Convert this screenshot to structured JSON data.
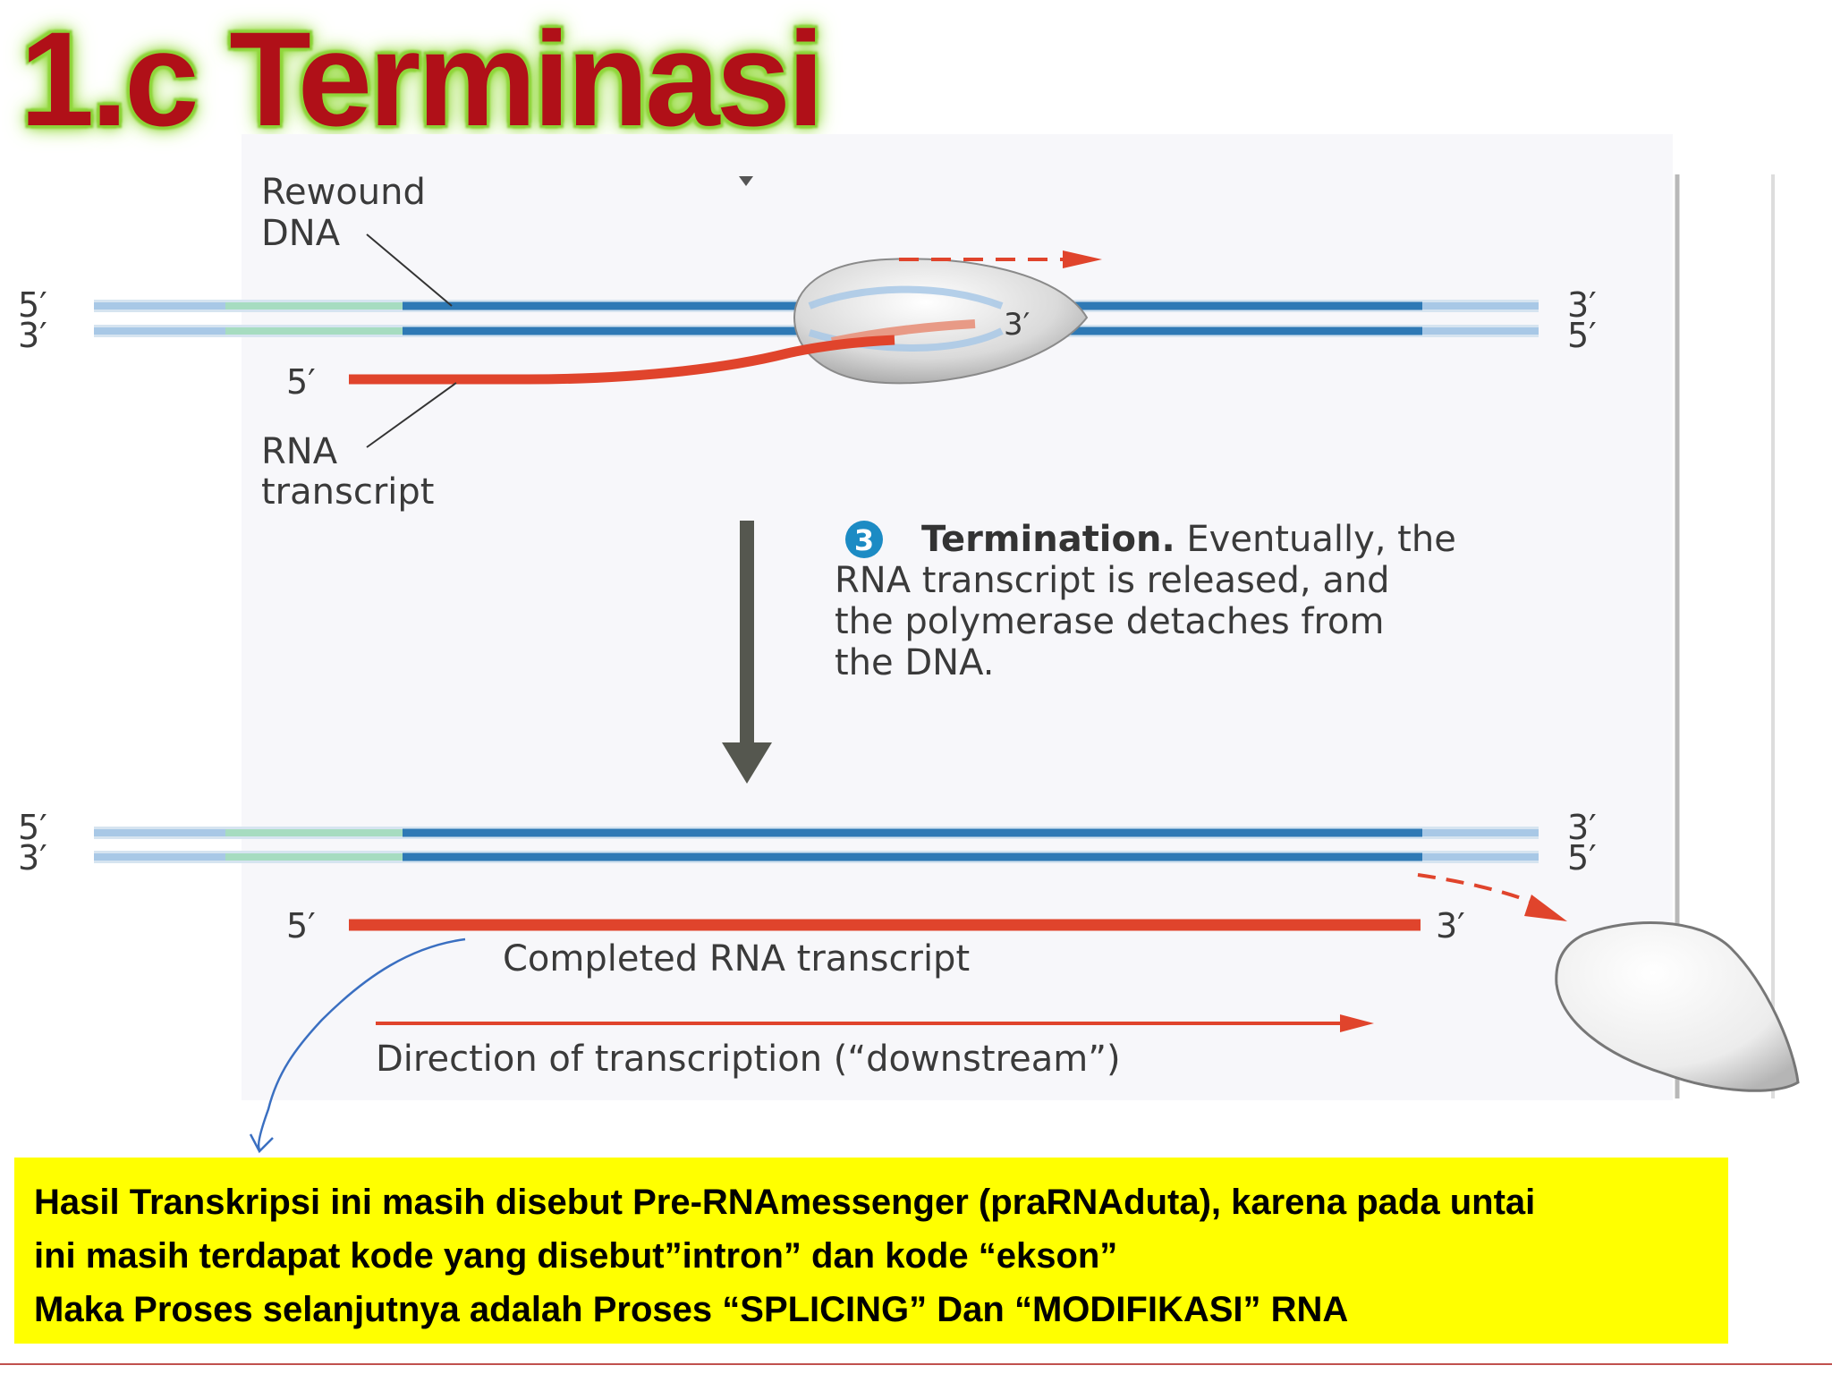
{
  "title": "1.c Terminasi",
  "diagram": {
    "top_strand": {
      "left_top": "5′",
      "left_bottom": "3′",
      "right_top": "3′",
      "right_bottom": "5′",
      "rna_5": "5′",
      "rna_3": "3′"
    },
    "rewound_dna": [
      "Rewound",
      "DNA"
    ],
    "rna_transcript": [
      "RNA",
      "transcript"
    ],
    "step_number": "3",
    "termination_heading": "Termination.",
    "termination_text": [
      " Eventually, the",
      "RNA transcript is released, and",
      "the polymerase detaches from",
      "the DNA."
    ],
    "bottom_strand": {
      "left_top": "5′",
      "left_bottom": "3′",
      "right_top": "3′",
      "right_bottom": "5′",
      "rna_5": "5′",
      "rna_3": "3′"
    },
    "completed_label": "Completed RNA transcript",
    "direction_label": "Direction of transcription (“downstream”)"
  },
  "colors": {
    "title": "#b01018",
    "title_glow": "#8fd63a",
    "dna_dark": "#2e79b5",
    "dna_light": "#a8c8e6",
    "dna_green": "#a6dcc0",
    "rna": "#e0442c",
    "note_background": "#ffff00"
  },
  "note": [
    "Hasil Transkripsi ini masih disebut Pre-RNAmessenger (praRNAduta), karena pada untai",
    "ini masih terdapat kode yang disebut”intron” dan kode “ekson”",
    "Maka Proses selanjutnya adalah Proses “SPLICING” Dan “MODIFIKASI” RNA"
  ]
}
